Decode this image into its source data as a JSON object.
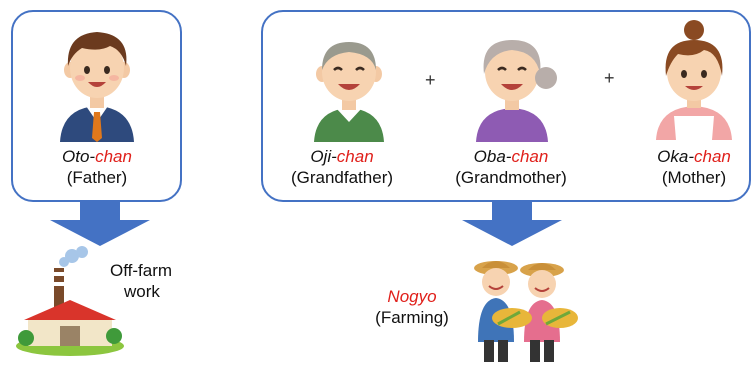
{
  "father": {
    "prefix": "Oto-",
    "suffix": "chan",
    "english": "(Father)"
  },
  "grandfather": {
    "prefix": "Oji-",
    "suffix": "chan",
    "english": "(Grandfather)"
  },
  "grandmother": {
    "prefix": "Oba-",
    "suffix": "chan",
    "english": "(Grandmother)"
  },
  "mother": {
    "prefix": "Oka-",
    "suffix": "chan",
    "english": "(Mother)"
  },
  "plus_sign": "+",
  "offfarm": {
    "line1": "Off-farm",
    "line2": "work"
  },
  "nogyo": {
    "word": "Nogyo",
    "english": "(Farming)"
  },
  "colors": {
    "box_border": "#4472C4",
    "arrow": "#4472C4",
    "accent_red": "#E0201B"
  }
}
